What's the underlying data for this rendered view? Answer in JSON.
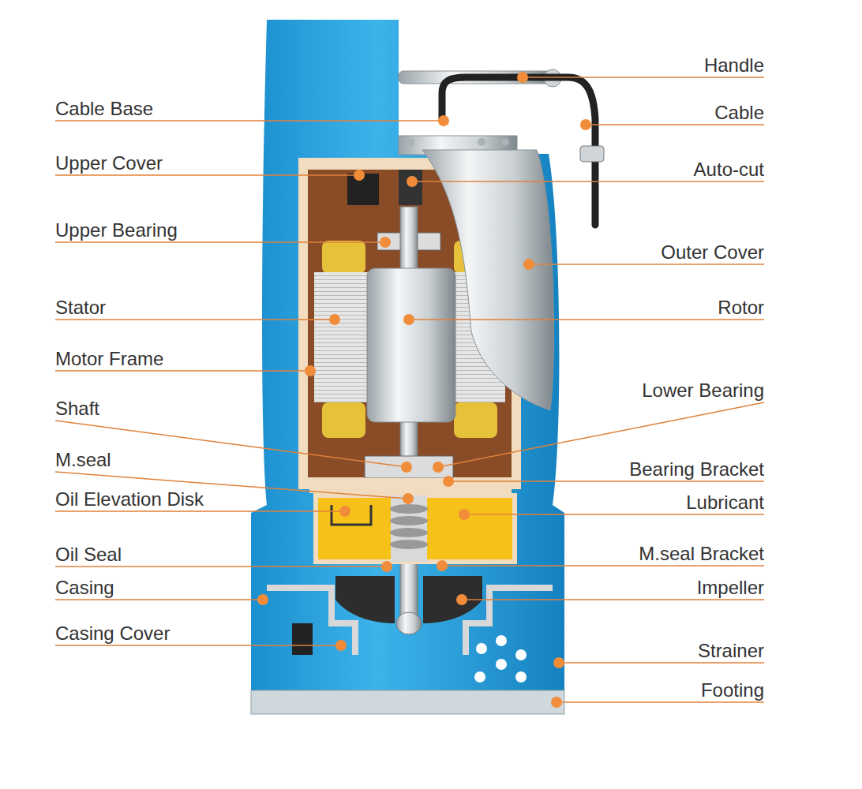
{
  "diagram": {
    "labels": [
      "Handle",
      "Cable Base",
      "Cable",
      "Upper Cover",
      "Auto-cut",
      "Upper Bearing",
      "Outer Cover",
      "Stator",
      "Rotor",
      "Motor Frame",
      "Lower Bearing",
      "Shaft",
      "M.seal",
      "Bearing Bracket",
      "Oil Elevation Disk",
      "Lubricant",
      "Oil Seal",
      "M.seal Bracket",
      "Casing",
      "Impeller",
      "Casing Cover",
      "Strainer",
      "Footing"
    ]
  }
}
